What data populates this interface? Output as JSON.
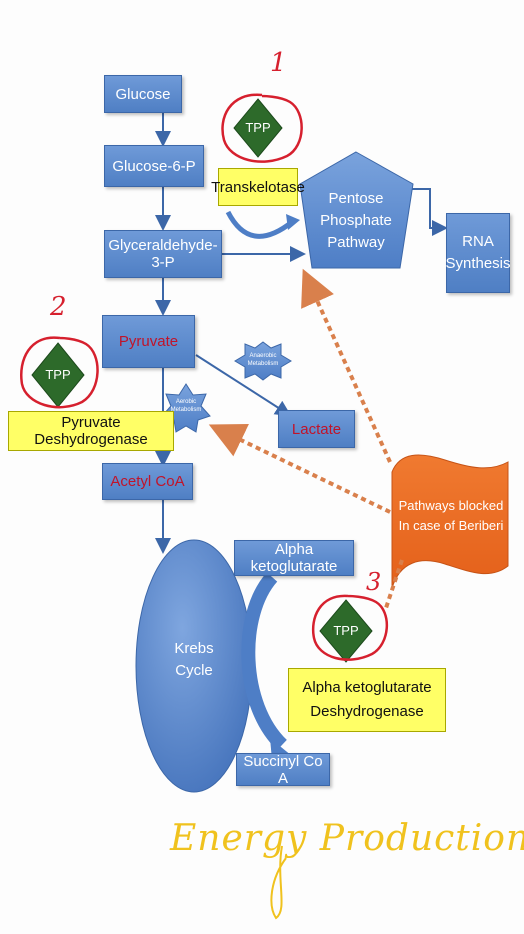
{
  "nodes": {
    "glucose": "Glucose",
    "glucose6p": "Glucose-6-P",
    "glyceraldehyde3p": "Glyceraldehyde-3-P",
    "pyruvate": "Pyruvate",
    "lactate": "Lactate",
    "acetyl_coa": "Acetyl CoA",
    "alpha_ketoglutarate": "Alpha ketoglutarate",
    "succinyl_coa": "Succinyl Co A",
    "rna_synthesis": [
      "RNA",
      "Synthesis"
    ],
    "pentose": [
      "Pentose",
      "Phosphate",
      "Pathway"
    ],
    "krebs": [
      "Krebs",
      "Cycle"
    ]
  },
  "enzymes": {
    "transketolase": "Transkelotase",
    "pyruvate_dh": "Pyruvate Deshydrogenase",
    "akg_dh": [
      "Alpha ketoglutarate",
      "Deshydrogenase"
    ]
  },
  "cofactors": {
    "tpp1": "TPP",
    "tpp2": "TPP",
    "tpp3": "TPP"
  },
  "labels": {
    "anaerobic": [
      "Anaerobic",
      "Metabolism"
    ],
    "aerobic": [
      "Aerobic",
      "Metabolism"
    ],
    "blocked": [
      "Pathways blocked",
      "In case of Beriberi"
    ]
  },
  "annotations": {
    "num1": "1",
    "num2": "2",
    "num3": "3",
    "energy": "Energy Production"
  },
  "colors": {
    "blue_box": "#5b8bd0",
    "tpp_green": "#2d6a2a",
    "enzyme_yellow": "#ffff66",
    "blocked_orange": "#ec6a21",
    "red_ink": "#d6202e",
    "yellow_ink": "#f0c21e"
  }
}
